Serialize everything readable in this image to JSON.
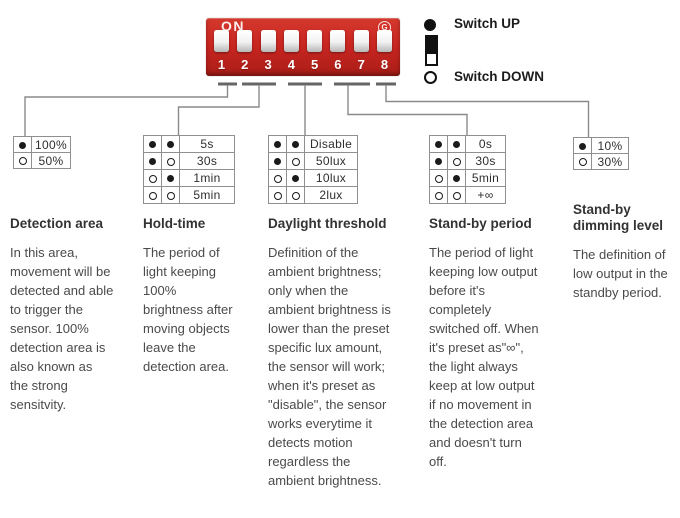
{
  "colors": {
    "dip_red": "#c92621",
    "knob_white": "#f1f1f1",
    "connector_gray": "#8a8a8a",
    "table_border_gray": "#8f8f8f",
    "heading_text": "#333333",
    "body_text": "#4a4a4a"
  },
  "dip": {
    "on_label": "ON",
    "logo_glyph": "G",
    "numbers": [
      "1",
      "2",
      "3",
      "4",
      "5",
      "6",
      "7",
      "8"
    ],
    "switch_states": [
      "up",
      "up",
      "up",
      "up",
      "up",
      "up",
      "up",
      "up"
    ]
  },
  "legend": {
    "up_label": "Switch UP",
    "down_label": "Switch DOWN"
  },
  "tables": [
    {
      "name": "detection-area",
      "rows": [
        [
          "up",
          "100%"
        ],
        [
          "down",
          "50%"
        ]
      ]
    },
    {
      "name": "hold-time",
      "rows": [
        [
          "up",
          "up",
          "5s"
        ],
        [
          "up",
          "down",
          "30s"
        ],
        [
          "down",
          "up",
          "1min"
        ],
        [
          "down",
          "down",
          "5min"
        ]
      ]
    },
    {
      "name": "daylight-threshold",
      "rows": [
        [
          "up",
          "up",
          "Disable"
        ],
        [
          "up",
          "down",
          "50lux"
        ],
        [
          "down",
          "up",
          "10lux"
        ],
        [
          "down",
          "down",
          "2lux"
        ]
      ]
    },
    {
      "name": "stand-by-period",
      "rows": [
        [
          "up",
          "up",
          "0s"
        ],
        [
          "up",
          "down",
          "30s"
        ],
        [
          "down",
          "up",
          "5min"
        ],
        [
          "down",
          "down",
          "+∞"
        ]
      ]
    },
    {
      "name": "stand-by-dimming-level",
      "rows": [
        [
          "up",
          "10%"
        ],
        [
          "down",
          "30%"
        ]
      ]
    }
  ],
  "sections": [
    {
      "title": "Detection area",
      "body": "In this area, movement will be detected and able to trigger the sensor. 100% detection area is also known as the strong sensitvity."
    },
    {
      "title": "Hold-time",
      "body": "The period of light keeping 100% brightness after moving objects leave the detection area."
    },
    {
      "title": "Daylight threshold",
      "body": "Definition of the ambient brightness; only when the ambient brightness is lower than the preset specific lux amount, the sensor will work; when it's preset as \"disable\", the sensor works everytime it detects motion regardless the ambient brightness."
    },
    {
      "title": "Stand-by period",
      "body": "The period of light keeping low output before it's completely switched off. When it's preset as\"∞\", the light always keep at low output if no movement in the detection area and doesn't turn off."
    },
    {
      "title": "Stand-by dimming level",
      "body": "The definition of low output in the standby period."
    }
  ]
}
